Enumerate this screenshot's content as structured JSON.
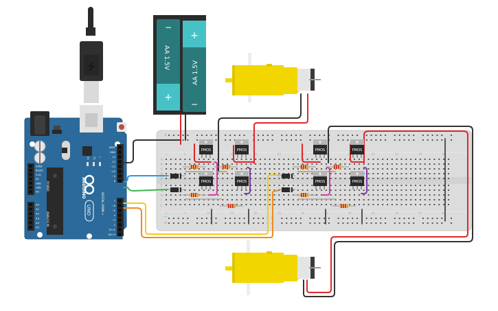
{
  "title": "Arduino Uno dual DC motor H-bridge circuit with PMOS transistors",
  "colors": {
    "board_blue": "#2b6a9a",
    "breadboard": "#dcdcdc",
    "battery_teal": "#2a7a7c",
    "battery_light": "#46c2c7",
    "motor_yellow": "#f2d600",
    "wire_red": "#e0262a",
    "wire_black": "#333333",
    "wire_blue": "#2a9ad6",
    "wire_green": "#3ab54a",
    "wire_yellow": "#f5cb12",
    "wire_orange": "#f08a1e",
    "wire_magenta": "#d63aa0",
    "wire_purple": "#7a3aa8"
  },
  "battery": {
    "cells": [
      {
        "label": "AA 1.5V",
        "top_sign": "−",
        "bottom_sign": "+"
      },
      {
        "label": "AA 1.5V",
        "top_sign": "+",
        "bottom_sign": "−"
      }
    ]
  },
  "arduino": {
    "name": "ARDUINO",
    "model": "UNO",
    "digital_header_label": "DIGITAL (PWM~)",
    "power_header_label": "POWER",
    "analog_header_label": "ANALOG IN",
    "led_labels": [
      "RX",
      "TX",
      "L"
    ],
    "power_pins": [
      "IOREF",
      "RESET",
      "3.3V",
      "5V",
      "GND",
      "GND",
      "Vin"
    ],
    "analog_pins": [
      "A0",
      "A1",
      "A2",
      "A3",
      "A4",
      "A5"
    ],
    "digital_pins_top": [
      "AREF",
      "GND",
      "13",
      "12",
      "~11",
      "~10",
      "~9",
      "8"
    ],
    "digital_pins_bottom": [
      "7",
      "~6",
      "~5",
      "4",
      "~3",
      "2",
      "TX→1",
      "RX←0"
    ]
  },
  "transistors": [
    {
      "label": "PMOS"
    },
    {
      "label": "PMOS"
    },
    {
      "label": "PMOS"
    },
    {
      "label": "PMOS"
    },
    {
      "label": "PMOS"
    },
    {
      "label": "PMOS"
    },
    {
      "label": "PMOS"
    },
    {
      "label": "PMOS"
    }
  ],
  "breadboard": {
    "row_letters_top": [
      "A",
      "B",
      "C",
      "D",
      "E"
    ],
    "row_letters_bottom": [
      "F",
      "G",
      "H",
      "I",
      "J"
    ],
    "column_numbers": [
      "1",
      "5",
      "10",
      "15",
      "20",
      "25",
      "30",
      "35",
      "40",
      "45",
      "50",
      "55",
      "60"
    ],
    "rail_minus": "−",
    "rail_plus": "+"
  }
}
